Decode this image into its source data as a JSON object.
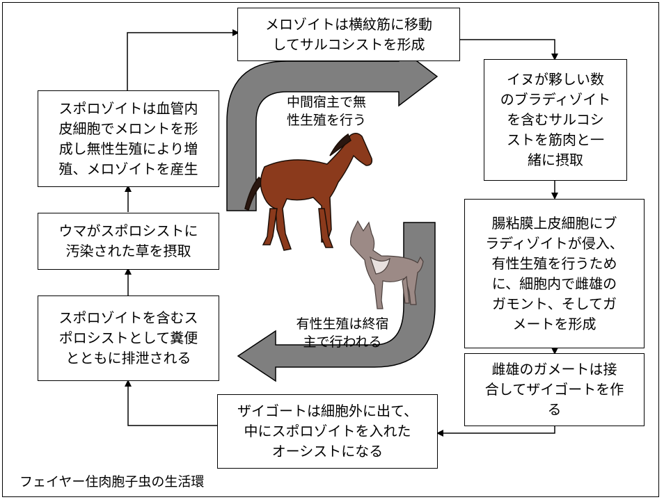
{
  "diagram": {
    "caption": "フェイヤー住肉胞子虫の生活環",
    "boxes": {
      "merozoite_move": "メロゾイトは横紋筋に移動\nしてサルコシストを形成",
      "dog_ingest": "イヌが夥しい数\nのブラディゾイト\nを含むサルコシ\nストを筋肉と一\n緒に摂取",
      "intestine": "腸粘膜上皮細胞にブ\nラディゾイトが侵入、\n有性生殖を行うため\nに、細胞内で雌雄の\nガモント、そしてガ\nメートを形成",
      "gametes_fuse": "雌雄のガメートは接\n合してザイゴートを作\nる",
      "zygote_oocyst": "ザイゴートは細胞外に出て、\n中にスポロゾイトを入れた\nオーシストになる",
      "sporocyst_feces": "スポロゾイトを含むス\nポロシストとして糞便\nとともに排泄される",
      "horse_ingest": "ウマがスポロシストに\n汚染された草を摂取",
      "sporozoite_meront": "スポロゾイトは血管内\n皮細胞でメロントを形\n成し無性生殖により増\n殖、メロゾイトを産生"
    },
    "labels": {
      "intermediate_host": "中間宿主で無\n性生殖を行う",
      "definitive_host": "有性生殖は終宿\n主で行われる"
    },
    "colors": {
      "cycle_arrow": "#7f7f7f",
      "horse_body": "#8b3a1c",
      "dog_body": "#9c8a86"
    }
  }
}
